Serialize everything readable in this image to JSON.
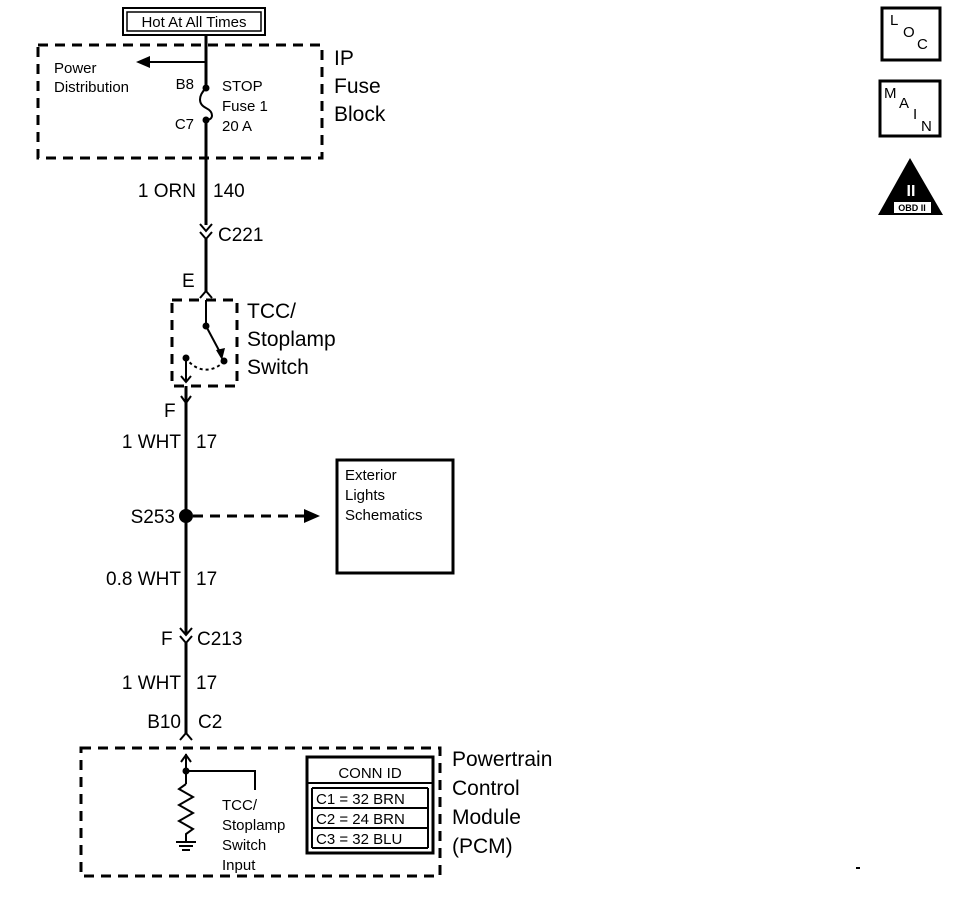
{
  "power": {
    "hot_label": "Hot At All Times"
  },
  "ip_fuse_block": {
    "title_lines": [
      "IP",
      "Fuse",
      "Block"
    ],
    "power_distribution_lines": [
      "Power",
      "Distribution"
    ],
    "pin_top": "B8",
    "pin_bottom": "C7",
    "fuse_lines": [
      "STOP",
      "Fuse 1",
      "20 A"
    ]
  },
  "wires": {
    "w1": {
      "gauge_color": "1 ORN",
      "circuit": "140"
    },
    "w2": {
      "gauge_color": "1 WHT",
      "circuit": "17"
    },
    "w3": {
      "gauge_color": "0.8 WHT",
      "circuit": "17"
    },
    "w4": {
      "gauge_color": "1 WHT",
      "circuit": "17"
    }
  },
  "connectors": {
    "c221": "C221",
    "tcc_in_pin": "E",
    "tcc_out_pin": "F",
    "c213_pin": "F",
    "c213": "C213",
    "pcm_pin": "B10",
    "pcm_conn": "C2"
  },
  "tcc_switch": {
    "title_lines": [
      "TCC/",
      "Stoplamp",
      "Switch"
    ]
  },
  "splice": {
    "id": "S253",
    "ref_lines": [
      "Exterior",
      "Lights",
      "Schematics"
    ]
  },
  "pcm": {
    "title_lines": [
      "Powertrain",
      "Control",
      "Module",
      "(PCM)"
    ],
    "input_lines": [
      "TCC/",
      "Stoplamp",
      "Switch",
      "Input"
    ],
    "conn_table": {
      "header": "CONN ID",
      "rows": [
        "C1 = 32 BRN",
        "C2 = 24 BRN",
        "C3 = 32 BLU"
      ]
    }
  },
  "badges": {
    "loc": [
      "L",
      "O",
      "C"
    ],
    "main": [
      "M",
      "A",
      "I",
      "N"
    ],
    "obd_numeral": "II",
    "obd_label": "OBD II"
  },
  "colors": {
    "line": "#000000",
    "background": "#ffffff"
  }
}
